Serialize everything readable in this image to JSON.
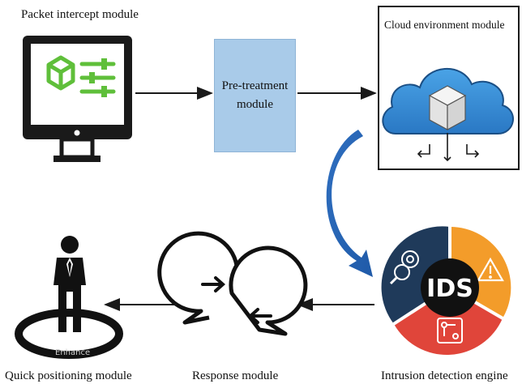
{
  "modules": {
    "packet_intercept": {
      "label": "Packet intercept module"
    },
    "pretreatment": {
      "label_line1": "Pre-treatment",
      "label_line2": "module"
    },
    "cloud": {
      "label": "Cloud environment module"
    },
    "ids_engine": {
      "label": "Intrusion detection engine",
      "center_text": "IDS"
    },
    "response": {
      "label": "Response module"
    },
    "quick_positioning": {
      "label": "Quick positioning module"
    }
  },
  "watermark": "Enhance",
  "colors": {
    "pretreatment_fill": "#a9cbe9",
    "monitor_icon_green": "#5fbf3a",
    "cloud_blue": "#3a8fd8",
    "ids_navy": "#1f3a5a",
    "ids_orange": "#f39c2a",
    "ids_red": "#e0453a",
    "curved_arrow_blue": "#2f6fc0"
  }
}
